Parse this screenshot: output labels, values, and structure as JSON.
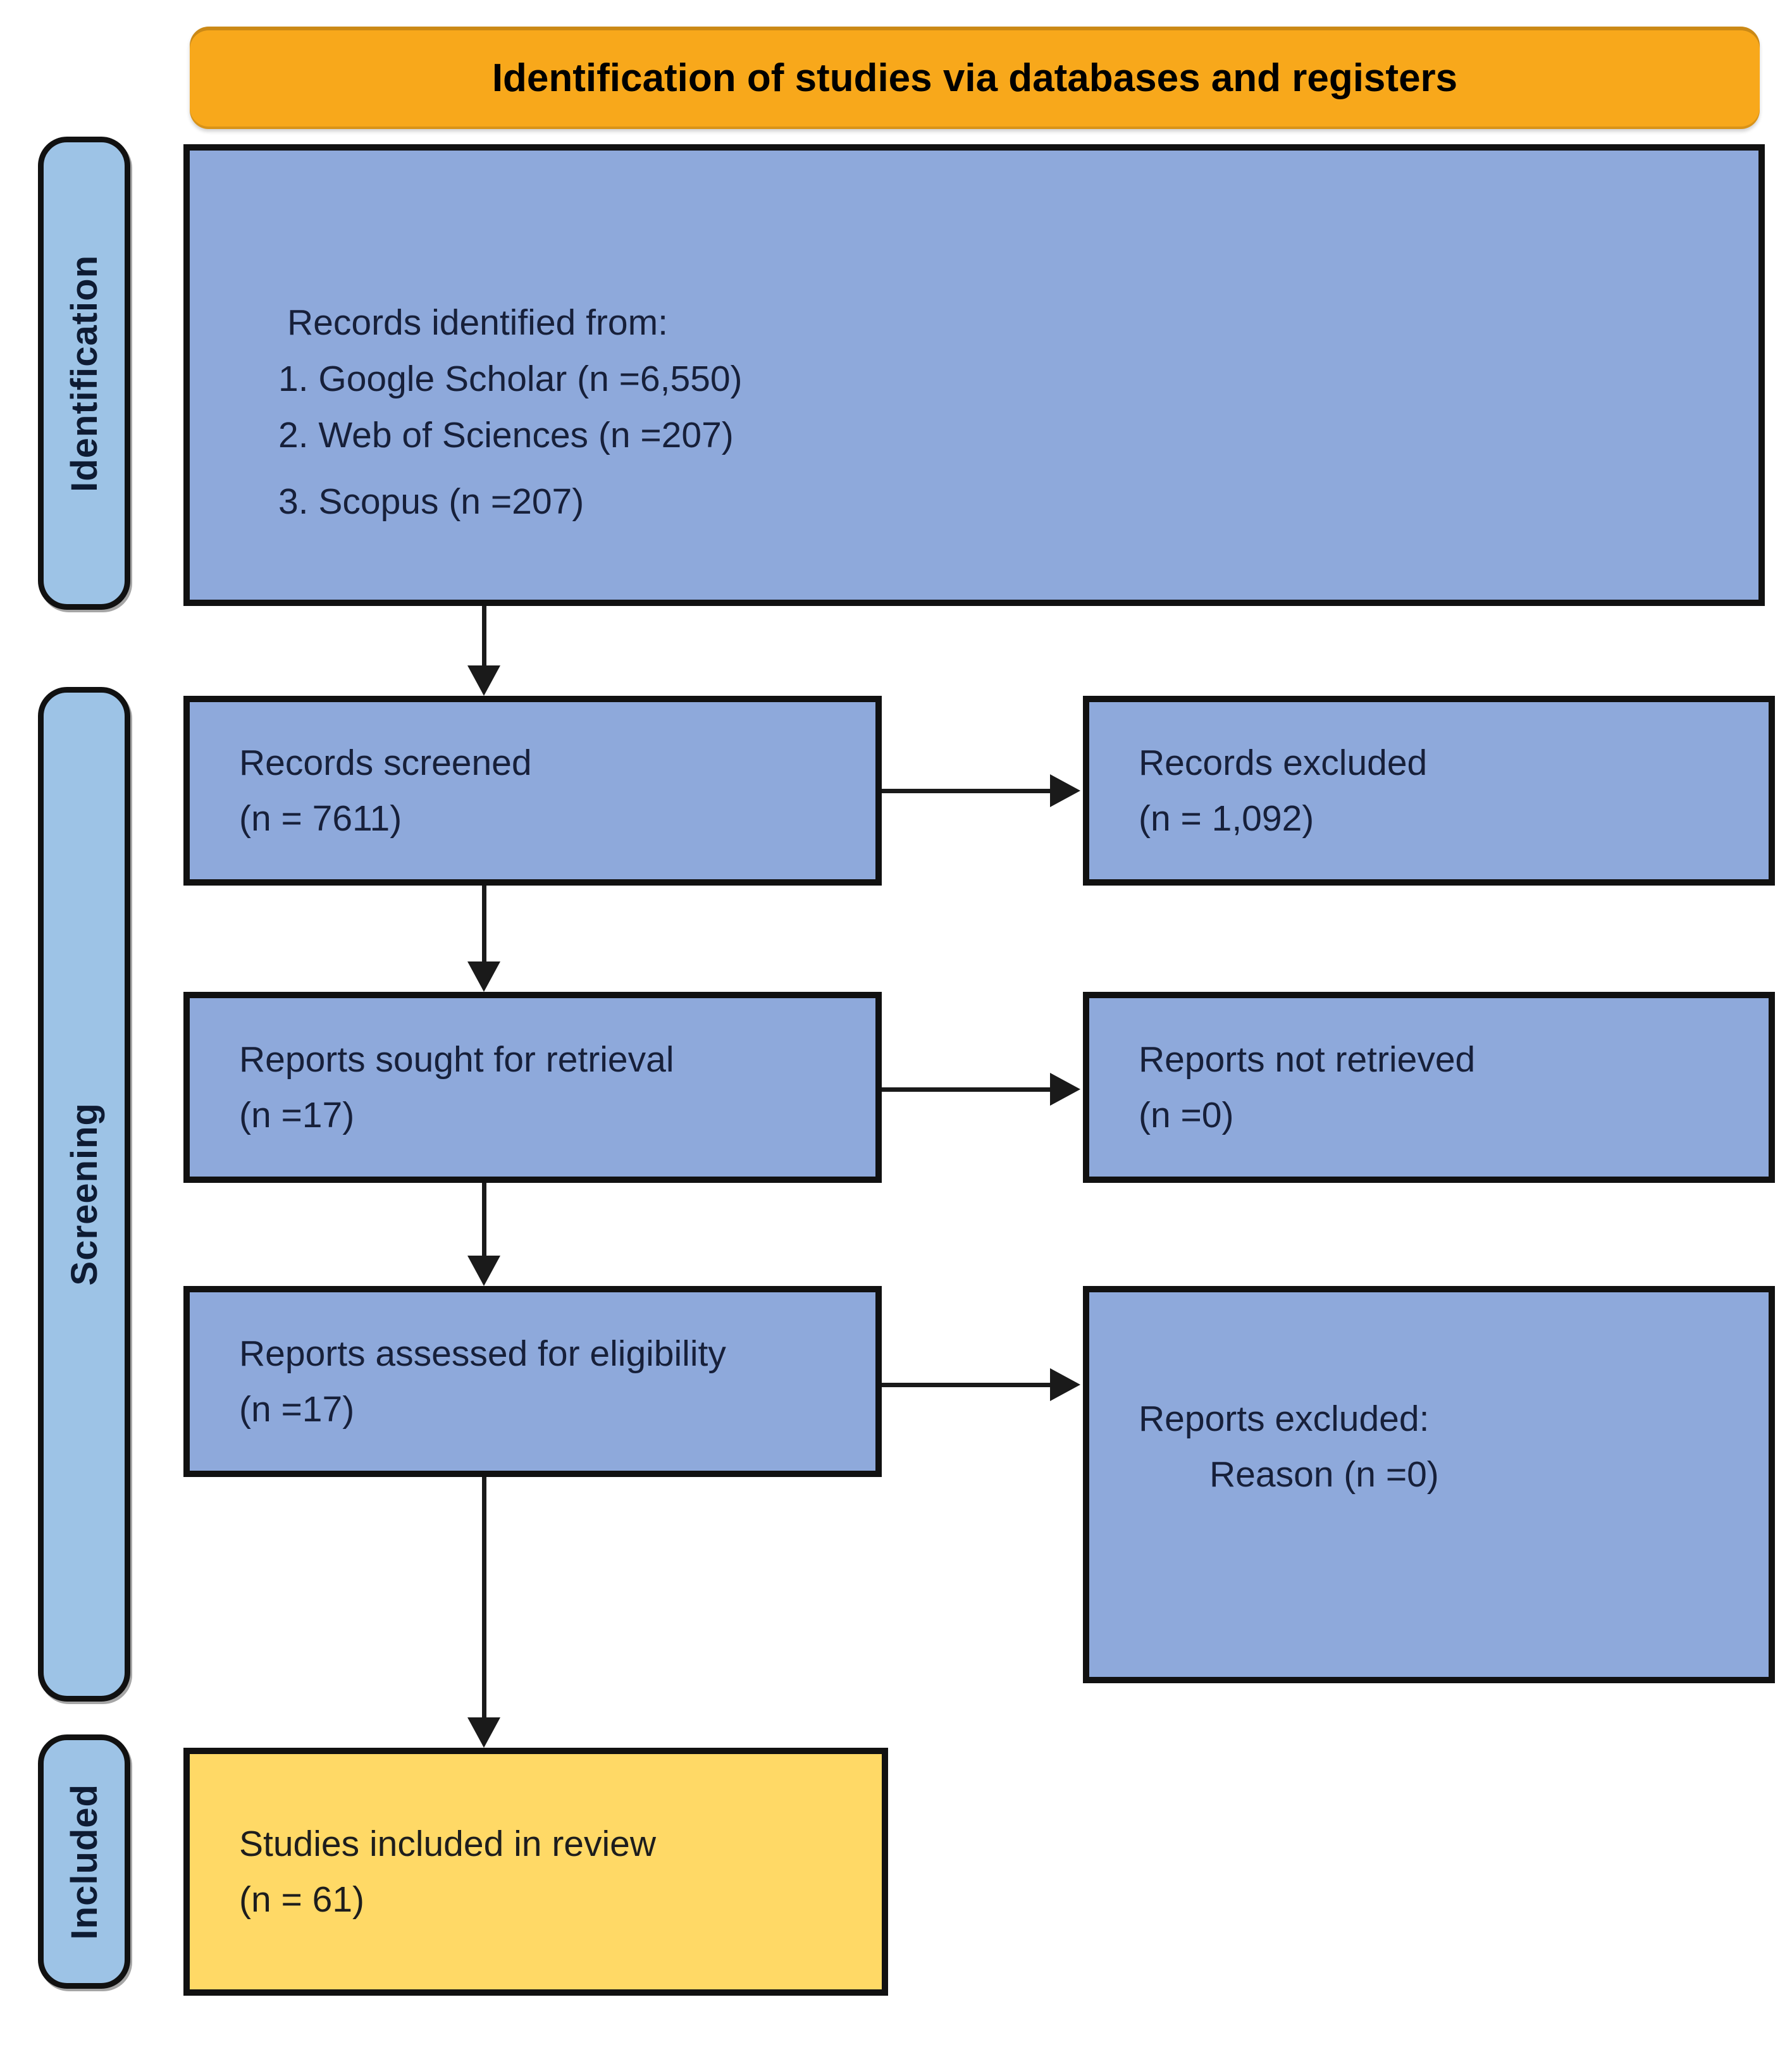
{
  "header": {
    "label": "Identification of studies via databases and registers"
  },
  "side_labels": {
    "identification": "Identification",
    "screening": "Screening",
    "included": "Included"
  },
  "boxes": {
    "records_identified": {
      "heading": "Records identified from:",
      "items": [
        "1. Google Scholar (n =6,550)",
        "2. Web of Sciences (n =207)",
        "3. Scopus (n =207)"
      ]
    },
    "records_screened": {
      "line1": "Records screened",
      "line2": "(n = 7611)"
    },
    "records_excluded": {
      "line1": "Records excluded",
      "line2": "(n = 1,092)"
    },
    "reports_sought": {
      "line1": "Reports sought for retrieval",
      "line2": "(n =17)"
    },
    "reports_not_retrieved": {
      "line1": "Reports not retrieved",
      "line2": "(n =0)"
    },
    "reports_assessed": {
      "line1": "Reports assessed for eligibility",
      "line2": "(n =17)"
    },
    "reports_excluded": {
      "line1": "Reports excluded:",
      "line2": "Reason (n =0)"
    },
    "studies_included": {
      "line1": "Studies included in review",
      "line2": "(n = 61)"
    }
  },
  "colors": {
    "header_fill": "#F8A81B",
    "flow_box_fill": "#8EA9DB",
    "stage_bar_fill": "#9DC3E6",
    "included_box_fill": "#FFD966",
    "border": "#111111",
    "arrow": "#1A1A1A",
    "flow_box_text": "#17203A",
    "header_text": "#000000"
  }
}
